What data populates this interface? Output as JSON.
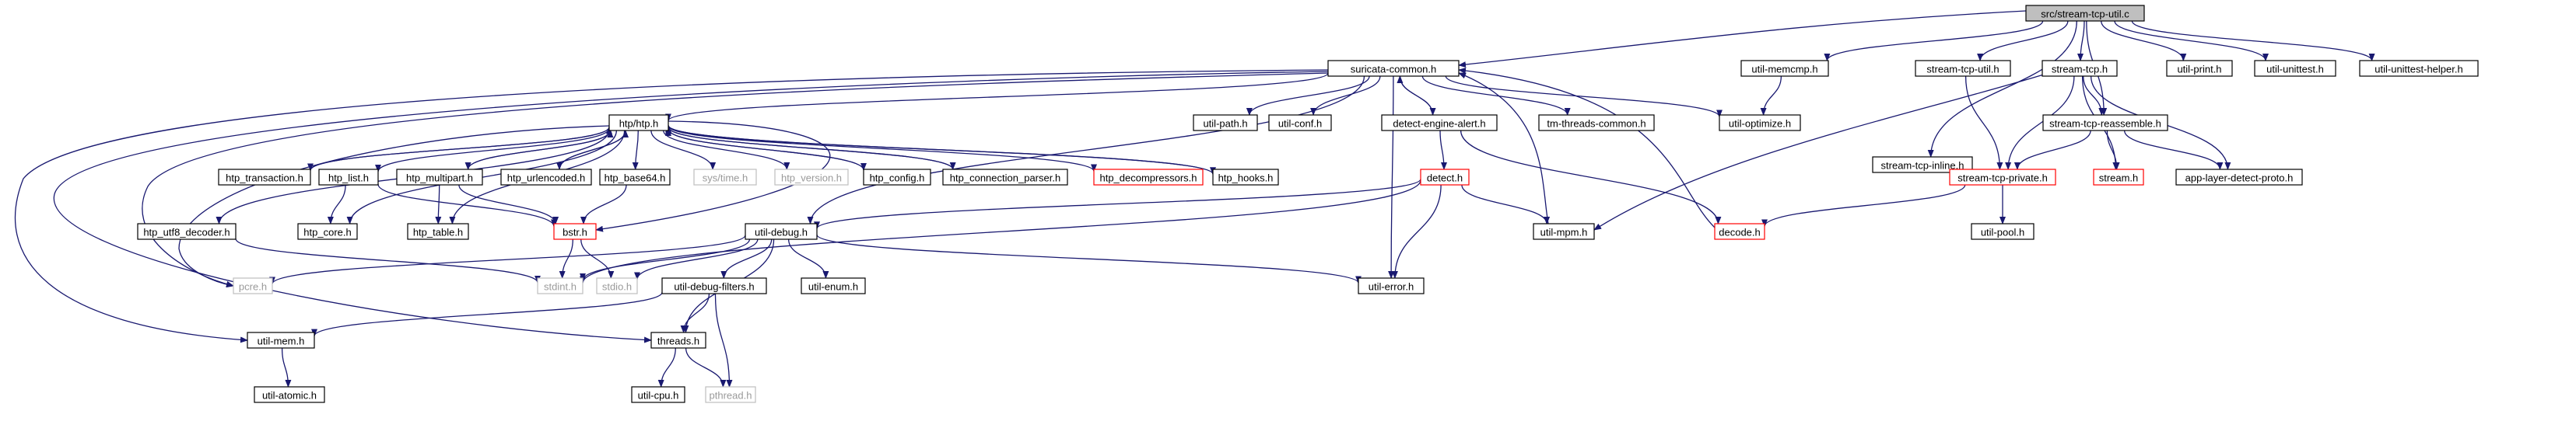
{
  "graph": {
    "title": "",
    "colors": {
      "edge": "#191970",
      "border_default": "#000000",
      "border_missing": "#bfbfbf",
      "border_truncated": "#ff0000",
      "fill_root": "#bfbfbf",
      "fill_default": "#ffffff",
      "text": "#000000",
      "text_missing": "#9a9a9a"
    },
    "nodes": [
      {
        "id": "stream-tcp-util-c",
        "label": "src/stream-tcp-util.c",
        "kind": "root"
      },
      {
        "id": "suricata-common-h",
        "label": "suricata-common.h",
        "kind": "normal"
      },
      {
        "id": "util-memcmp-h",
        "label": "util-memcmp.h",
        "kind": "normal"
      },
      {
        "id": "stream-tcp-util-h",
        "label": "stream-tcp-util.h",
        "kind": "normal"
      },
      {
        "id": "stream-tcp-h",
        "label": "stream-tcp.h",
        "kind": "normal"
      },
      {
        "id": "util-print-h",
        "label": "util-print.h",
        "kind": "normal"
      },
      {
        "id": "util-unittest-h",
        "label": "util-unittest.h",
        "kind": "normal"
      },
      {
        "id": "util-unittest-helper-h",
        "label": "util-unittest-helper.h",
        "kind": "normal"
      },
      {
        "id": "htp-htp-h",
        "label": "htp/htp.h",
        "kind": "normal"
      },
      {
        "id": "util-path-h",
        "label": "util-path.h",
        "kind": "normal"
      },
      {
        "id": "util-conf-h",
        "label": "util-conf.h",
        "kind": "normal"
      },
      {
        "id": "detect-engine-alert-h",
        "label": "detect-engine-alert.h",
        "kind": "normal"
      },
      {
        "id": "tm-threads-common-h",
        "label": "tm-threads-common.h",
        "kind": "normal"
      },
      {
        "id": "util-optimize-h",
        "label": "util-optimize.h",
        "kind": "normal"
      },
      {
        "id": "stream-tcp-inline-h",
        "label": "stream-tcp-inline.h",
        "kind": "normal"
      },
      {
        "id": "stream-tcp-reassemble-h",
        "label": "stream-tcp-reassemble.h",
        "kind": "normal"
      },
      {
        "id": "htp-transaction-h",
        "label": "htp_transaction.h",
        "kind": "normal"
      },
      {
        "id": "htp-list-h",
        "label": "htp_list.h",
        "kind": "normal"
      },
      {
        "id": "htp-multipart-h",
        "label": "htp_multipart.h",
        "kind": "normal"
      },
      {
        "id": "htp-urlencoded-h",
        "label": "htp_urlencoded.h",
        "kind": "normal"
      },
      {
        "id": "htp-base64-h",
        "label": "htp_base64.h",
        "kind": "normal"
      },
      {
        "id": "sys-time-h",
        "label": "sys/time.h",
        "kind": "missing"
      },
      {
        "id": "htp-version-h",
        "label": "htp_version.h",
        "kind": "missing"
      },
      {
        "id": "htp-config-h",
        "label": "htp_config.h",
        "kind": "normal"
      },
      {
        "id": "htp-connection-parser-h",
        "label": "htp_connection_parser.h",
        "kind": "normal"
      },
      {
        "id": "htp-decompressors-h",
        "label": "htp_decompressors.h",
        "kind": "truncated"
      },
      {
        "id": "htp-hooks-h",
        "label": "htp_hooks.h",
        "kind": "normal"
      },
      {
        "id": "detect-h",
        "label": "detect.h",
        "kind": "truncated"
      },
      {
        "id": "stream-tcp-private-h",
        "label": "stream-tcp-private.h",
        "kind": "truncated"
      },
      {
        "id": "stream-h",
        "label": "stream.h",
        "kind": "truncated"
      },
      {
        "id": "app-layer-detect-proto-h",
        "label": "app-layer-detect-proto.h",
        "kind": "normal"
      },
      {
        "id": "htp-utf8-decoder-h",
        "label": "htp_utf8_decoder.h",
        "kind": "normal"
      },
      {
        "id": "htp-core-h",
        "label": "htp_core.h",
        "kind": "normal"
      },
      {
        "id": "htp-table-h",
        "label": "htp_table.h",
        "kind": "normal"
      },
      {
        "id": "bstr-h",
        "label": "bstr.h",
        "kind": "truncated"
      },
      {
        "id": "util-debug-h",
        "label": "util-debug.h",
        "kind": "normal"
      },
      {
        "id": "util-mpm-h",
        "label": "util-mpm.h",
        "kind": "normal"
      },
      {
        "id": "decode-h",
        "label": "decode.h",
        "kind": "truncated"
      },
      {
        "id": "util-pool-h",
        "label": "util-pool.h",
        "kind": "normal"
      },
      {
        "id": "pcre-h",
        "label": "pcre.h",
        "kind": "missing"
      },
      {
        "id": "stdint-h",
        "label": "stdint.h",
        "kind": "missing"
      },
      {
        "id": "stdio-h",
        "label": "stdio.h",
        "kind": "missing"
      },
      {
        "id": "util-enum-h",
        "label": "util-enum.h",
        "kind": "normal"
      },
      {
        "id": "util-error-h",
        "label": "util-error.h",
        "kind": "normal"
      },
      {
        "id": "util-debug-filters-h",
        "label": "util-debug-filters.h",
        "kind": "normal"
      },
      {
        "id": "util-mem-h",
        "label": "util-mem.h",
        "kind": "normal"
      },
      {
        "id": "threads-h",
        "label": "threads.h",
        "kind": "normal"
      },
      {
        "id": "util-atomic-h",
        "label": "util-atomic.h",
        "kind": "normal"
      },
      {
        "id": "util-cpu-h",
        "label": "util-cpu.h",
        "kind": "normal"
      },
      {
        "id": "pthread-h",
        "label": "pthread.h",
        "kind": "missing"
      }
    ],
    "edges": [
      [
        "stream-tcp-util-c",
        "suricata-common-h"
      ],
      [
        "stream-tcp-util-c",
        "util-memcmp-h"
      ],
      [
        "stream-tcp-util-c",
        "stream-tcp-util-h"
      ],
      [
        "stream-tcp-util-c",
        "stream-tcp-h"
      ],
      [
        "stream-tcp-util-c",
        "util-print-h"
      ],
      [
        "stream-tcp-util-c",
        "util-unittest-h"
      ],
      [
        "stream-tcp-util-c",
        "util-unittest-helper-h"
      ],
      [
        "stream-tcp-util-c",
        "stream-tcp-inline-h"
      ],
      [
        "stream-tcp-util-c",
        "stream-tcp-reassemble-h"
      ],
      [
        "suricata-common-h",
        "htp-htp-h"
      ],
      [
        "suricata-common-h",
        "util-path-h"
      ],
      [
        "suricata-common-h",
        "util-conf-h"
      ],
      [
        "suricata-common-h",
        "detect-engine-alert-h"
      ],
      [
        "suricata-common-h",
        "tm-threads-common-h"
      ],
      [
        "suricata-common-h",
        "util-optimize-h"
      ],
      [
        "suricata-common-h",
        "util-debug-h"
      ],
      [
        "suricata-common-h",
        "util-error-h"
      ],
      [
        "suricata-common-h",
        "util-mem-h"
      ],
      [
        "suricata-common-h",
        "threads-h"
      ],
      [
        "suricata-common-h",
        "pcre-h"
      ],
      [
        "util-memcmp-h",
        "util-optimize-h"
      ],
      [
        "stream-tcp-util-h",
        "stream-tcp-private-h"
      ],
      [
        "stream-tcp-h",
        "stream-tcp-reassemble-h"
      ],
      [
        "stream-tcp-h",
        "app-layer-detect-proto-h"
      ],
      [
        "stream-tcp-h",
        "stream-tcp-private-h"
      ],
      [
        "stream-tcp-h",
        "stream-h"
      ],
      [
        "stream-tcp-h",
        "util-mpm-h"
      ],
      [
        "detect-engine-alert-h",
        "suricata-common-h"
      ],
      [
        "detect-engine-alert-h",
        "detect-h"
      ],
      [
        "detect-engine-alert-h",
        "decode-h"
      ],
      [
        "stream-tcp-inline-h",
        "stream-tcp-private-h"
      ],
      [
        "stream-tcp-reassemble-h",
        "stream-tcp-private-h"
      ],
      [
        "stream-tcp-reassemble-h",
        "stream-h"
      ],
      [
        "stream-tcp-reassemble-h",
        "app-layer-detect-proto-h"
      ],
      [
        "stream-tcp-private-h",
        "decode-h"
      ],
      [
        "stream-tcp-private-h",
        "util-pool-h"
      ],
      [
        "decode-h",
        "suricata-common-h"
      ],
      [
        "util-mpm-h",
        "suricata-common-h"
      ],
      [
        "detect-h",
        "util-debug-h"
      ],
      [
        "detect-h",
        "util-error-h"
      ],
      [
        "detect-h",
        "util-mpm-h"
      ],
      [
        "detect-h",
        "stdint-h"
      ],
      [
        "htp-htp-h",
        "htp-transaction-h"
      ],
      [
        "htp-htp-h",
        "htp-list-h"
      ],
      [
        "htp-htp-h",
        "htp-multipart-h"
      ],
      [
        "htp-htp-h",
        "htp-urlencoded-h"
      ],
      [
        "htp-htp-h",
        "htp-base64-h"
      ],
      [
        "htp-htp-h",
        "sys-time-h"
      ],
      [
        "htp-htp-h",
        "htp-version-h"
      ],
      [
        "htp-htp-h",
        "htp-config-h"
      ],
      [
        "htp-htp-h",
        "htp-connection-parser-h"
      ],
      [
        "htp-htp-h",
        "htp-decompressors-h"
      ],
      [
        "htp-htp-h",
        "htp-hooks-h"
      ],
      [
        "htp-htp-h",
        "htp-utf8-decoder-h"
      ],
      [
        "htp-htp-h",
        "htp-core-h"
      ],
      [
        "htp-htp-h",
        "htp-table-h"
      ],
      [
        "htp-htp-h",
        "bstr-h"
      ],
      [
        "htp-htp-h",
        "pcre-h"
      ],
      [
        "htp-transaction-h",
        "htp-htp-h"
      ],
      [
        "htp-multipart-h",
        "htp-htp-h"
      ],
      [
        "htp-multipart-h",
        "htp-table-h"
      ],
      [
        "htp-multipart-h",
        "bstr-h"
      ],
      [
        "htp-urlencoded-h",
        "htp-htp-h"
      ],
      [
        "htp-config-h",
        "htp-htp-h"
      ],
      [
        "htp-connection-parser-h",
        "htp-htp-h"
      ],
      [
        "htp-hooks-h",
        "htp-htp-h"
      ],
      [
        "htp-list-h",
        "htp-core-h"
      ],
      [
        "htp-list-h",
        "bstr-h"
      ],
      [
        "htp-base64-h",
        "bstr-h"
      ],
      [
        "htp-utf8-decoder-h",
        "stdint-h"
      ],
      [
        "bstr-h",
        "stdint-h"
      ],
      [
        "bstr-h",
        "stdio-h"
      ],
      [
        "util-debug-h",
        "stdint-h"
      ],
      [
        "util-debug-h",
        "stdio-h"
      ],
      [
        "util-debug-h",
        "pcre-h"
      ],
      [
        "util-debug-h",
        "util-enum-h"
      ],
      [
        "util-debug-h",
        "util-error-h"
      ],
      [
        "util-debug-h",
        "util-debug-filters-h"
      ],
      [
        "util-debug-h",
        "threads-h"
      ],
      [
        "util-debug-filters-h",
        "threads-h"
      ],
      [
        "util-debug-filters-h",
        "pthread-h"
      ],
      [
        "util-debug-filters-h",
        "util-mem-h"
      ],
      [
        "threads-h",
        "util-cpu-h"
      ],
      [
        "threads-h",
        "pthread-h"
      ],
      [
        "util-mem-h",
        "util-atomic-h"
      ]
    ]
  }
}
